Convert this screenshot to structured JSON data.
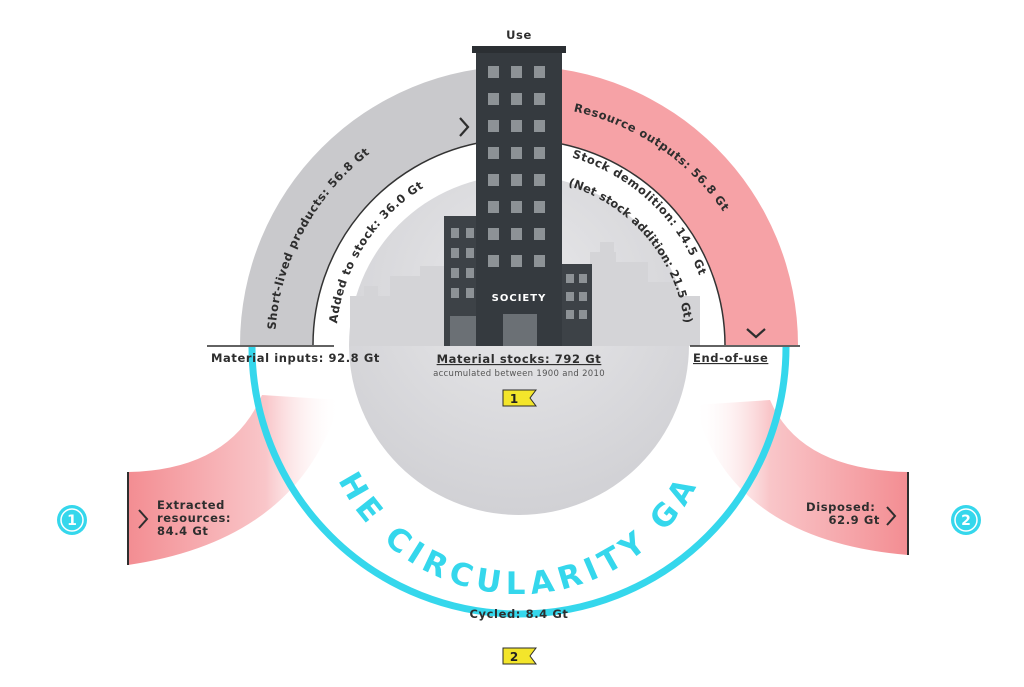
{
  "top_label": "Use",
  "society": "SOCIETY",
  "arcs": {
    "short_lived": "Short-lived products: 56.8 Gt",
    "added_to_stock": "Added to stock: 36.0 Gt",
    "resource_outputs": "Resource outputs: 56.8 Gt",
    "stock_demolition": "Stock demolition: 14.5 Gt",
    "net_stock_addition": "(Net stock addition: 21.5 Gt)"
  },
  "material_inputs": "Material inputs: 92.8 Gt",
  "material_stocks": "Material stocks: 792 Gt",
  "accumulated": "accumulated between 1900 and 2010",
  "end_of_use": "End-of-use",
  "circularity_gap": "THE CIRCULARITY GAP",
  "cycled": "Cycled: 8.4 Gt",
  "extracted": [
    "Extracted",
    "resources:",
    "84.4 Gt"
  ],
  "disposed": [
    "Disposed:",
    "62.9 Gt"
  ],
  "badges": {
    "left": "1",
    "right": "2"
  },
  "flags": {
    "one": "1",
    "two": "2"
  },
  "colors": {
    "grey_arc": "#c9c9cc",
    "pink_arc": "#f6a2a6",
    "cyan": "#35d7ec",
    "building": "#3a3f44",
    "flag": "#f3e52b"
  }
}
